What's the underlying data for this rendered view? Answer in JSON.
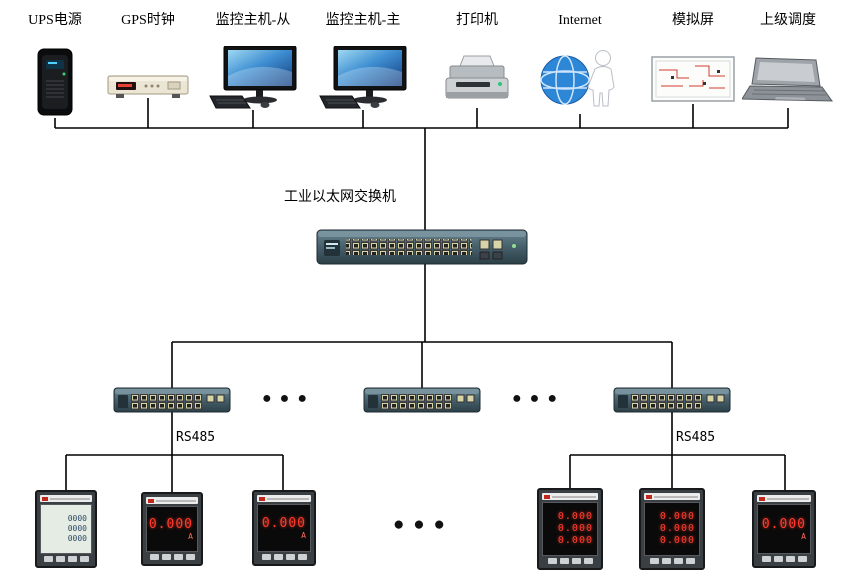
{
  "diagram": {
    "top_devices": [
      {
        "id": "ups",
        "label": "UPS电源"
      },
      {
        "id": "gps",
        "label": "GPS时钟"
      },
      {
        "id": "monitor-slave",
        "label": "监控主机-从"
      },
      {
        "id": "monitor-master",
        "label": "监控主机-主"
      },
      {
        "id": "printer",
        "label": "打印机"
      },
      {
        "id": "internet",
        "label": "Internet"
      },
      {
        "id": "mimic-panel",
        "label": "模拟屏"
      },
      {
        "id": "dispatch",
        "label": "上级调度"
      }
    ],
    "main_switch": {
      "label": "工业以太网交换机"
    },
    "rs485_left": "RS485",
    "rs485_right": "RS485",
    "dots": "●  ●  ●",
    "meters": {
      "left": [
        {
          "style": "lcd",
          "rows": [
            "0000",
            "0000",
            "0000"
          ]
        },
        {
          "style": "led1",
          "display": "0.000",
          "unit": "A"
        },
        {
          "style": "led1",
          "display": "0.000",
          "unit": "A"
        }
      ],
      "right": [
        {
          "style": "led3",
          "rows": [
            "0.000",
            "0.000",
            "0.000"
          ]
        },
        {
          "style": "led3",
          "rows": [
            "0.000",
            "0.000",
            "0.000"
          ]
        },
        {
          "style": "led1",
          "display": "0.000",
          "unit": "A"
        }
      ]
    }
  }
}
